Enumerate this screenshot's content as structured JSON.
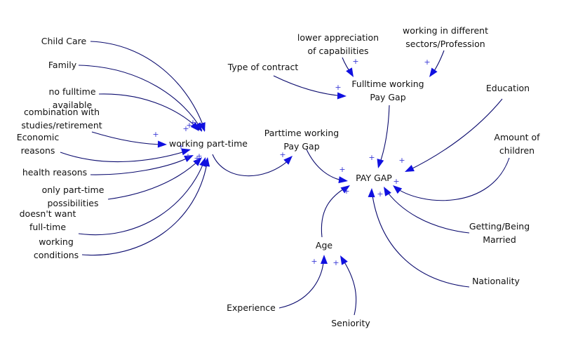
{
  "diagram": {
    "type": "causal-loop-diagram",
    "colors": {
      "link": "#0b0b6e",
      "arrowhead": "#1010e0",
      "polarity": "#3b3bd6",
      "text": "#111111"
    },
    "nodes": [
      {
        "id": "child_care",
        "lines": [
          "Child Care"
        ]
      },
      {
        "id": "family",
        "lines": [
          "Family"
        ]
      },
      {
        "id": "no_fulltime",
        "lines": [
          "no fulltime",
          "available"
        ]
      },
      {
        "id": "combination",
        "lines": [
          "combination with",
          "studies/retirement"
        ]
      },
      {
        "id": "economic",
        "lines": [
          "Economic",
          "reasons"
        ]
      },
      {
        "id": "health",
        "lines": [
          "health reasons"
        ]
      },
      {
        "id": "only_parttime",
        "lines": [
          "only part-time",
          "possibilities"
        ]
      },
      {
        "id": "doesnt_want",
        "lines": [
          "doesn't want",
          "full-time"
        ]
      },
      {
        "id": "working_conditions",
        "lines": [
          "working",
          "conditions"
        ]
      },
      {
        "id": "working_parttime",
        "lines": [
          "working part-time"
        ]
      },
      {
        "id": "parttime_gap",
        "lines": [
          "Parttime working",
          "Pay Gap"
        ]
      },
      {
        "id": "type_contract",
        "lines": [
          "Type of contract"
        ]
      },
      {
        "id": "lower_appreciation",
        "lines": [
          "lower appreciation",
          "of capabilities"
        ]
      },
      {
        "id": "different_sectors",
        "lines": [
          "working in different",
          "sectors/Profession"
        ]
      },
      {
        "id": "fulltime_gap",
        "lines": [
          "Fulltime working",
          "Pay Gap"
        ]
      },
      {
        "id": "education",
        "lines": [
          "Education"
        ]
      },
      {
        "id": "amount_children",
        "lines": [
          "Amount of",
          "children"
        ]
      },
      {
        "id": "pay_gap",
        "lines": [
          "PAY GAP"
        ]
      },
      {
        "id": "married",
        "lines": [
          "Getting/Being",
          "Married"
        ]
      },
      {
        "id": "nationality",
        "lines": [
          "Nationality"
        ]
      },
      {
        "id": "age",
        "lines": [
          "Age"
        ]
      },
      {
        "id": "experience",
        "lines": [
          "Experience"
        ]
      },
      {
        "id": "seniority",
        "lines": [
          "Seniority"
        ]
      }
    ],
    "links": [
      {
        "from": "child_care",
        "to": "working_parttime",
        "polarity": "+"
      },
      {
        "from": "family",
        "to": "working_parttime",
        "polarity": "+"
      },
      {
        "from": "no_fulltime",
        "to": "working_parttime",
        "polarity": "+"
      },
      {
        "from": "combination",
        "to": "working_parttime",
        "polarity": "+"
      },
      {
        "from": "economic",
        "to": "working_parttime",
        "polarity": "+"
      },
      {
        "from": "health",
        "to": "working_parttime",
        "polarity": "+"
      },
      {
        "from": "only_parttime",
        "to": "working_parttime",
        "polarity": "+"
      },
      {
        "from": "doesnt_want",
        "to": "working_parttime",
        "polarity": "+"
      },
      {
        "from": "working_conditions",
        "to": "working_parttime",
        "polarity": "+"
      },
      {
        "from": "working_parttime",
        "to": "parttime_gap",
        "polarity": "+"
      },
      {
        "from": "type_contract",
        "to": "fulltime_gap",
        "polarity": "+"
      },
      {
        "from": "lower_appreciation",
        "to": "fulltime_gap",
        "polarity": "+"
      },
      {
        "from": "different_sectors",
        "to": "fulltime_gap",
        "polarity": "+"
      },
      {
        "from": "parttime_gap",
        "to": "pay_gap",
        "polarity": "+"
      },
      {
        "from": "fulltime_gap",
        "to": "pay_gap",
        "polarity": "+"
      },
      {
        "from": "education",
        "to": "pay_gap",
        "polarity": "+"
      },
      {
        "from": "amount_children",
        "to": "pay_gap",
        "polarity": "+"
      },
      {
        "from": "married",
        "to": "pay_gap",
        "polarity": "+"
      },
      {
        "from": "nationality",
        "to": "pay_gap",
        "polarity": "+"
      },
      {
        "from": "age",
        "to": "pay_gap",
        "polarity": "+"
      },
      {
        "from": "experience",
        "to": "age",
        "polarity": "+"
      },
      {
        "from": "seniority",
        "to": "age",
        "polarity": "+"
      }
    ]
  }
}
